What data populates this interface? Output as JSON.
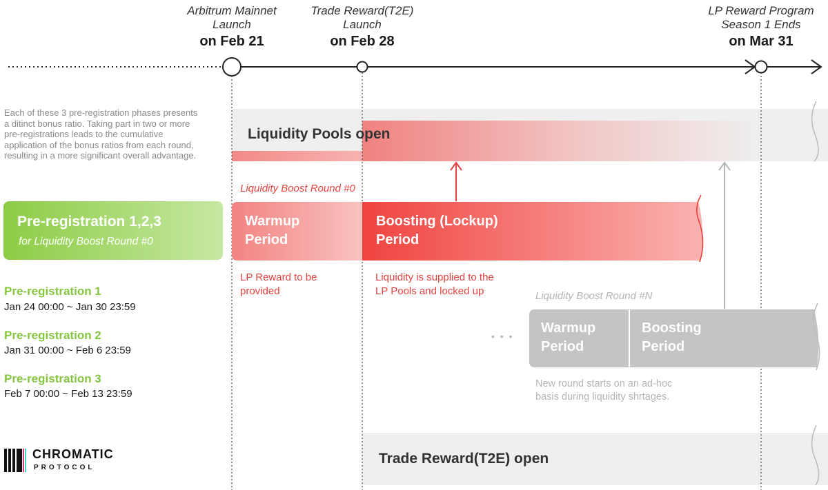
{
  "milestones": [
    {
      "line1": "Arbitrum Mainnet",
      "line2": "Launch",
      "date": "on Feb 21"
    },
    {
      "line1": "Trade Reward(T2E)",
      "line2": "Launch",
      "date": "on Feb 28"
    },
    {
      "line1": "LP Reward Program",
      "line2": "Season 1 Ends",
      "date": "on Mar 31"
    }
  ],
  "description": "Each of these 3 pre-registration phases presents a ditinct bonus ratio. Taking part in two or more pre-registrations leads to the cumulative application of the bonus ratios from each round, resulting in a more significant overall advantage.",
  "liquidity_pools": {
    "label": "Liquidity Pools open"
  },
  "pre_registration_box": {
    "title": "Pre-registration 1,2,3",
    "subtitle": "for Liquidity Boost Round #0"
  },
  "pre_registrations": [
    {
      "name": "Pre-registration 1",
      "dates": "Jan 24 00:00 ~ Jan 30 23:59"
    },
    {
      "name": "Pre-registration 2",
      "dates": "Jan 31 00:00 ~ Feb 6 23:59"
    },
    {
      "name": "Pre-registration 3",
      "dates": "Feb 7 00:00 ~ Feb 13 23:59"
    }
  ],
  "round0": {
    "label": "Liquidity Boost Round #0",
    "warmup_line1": "Warmup",
    "warmup_line2": "Period",
    "boost_line1": "Boosting (Lockup)",
    "boost_line2": "Period",
    "warmup_note_line1": "LP Reward to be",
    "warmup_note_line2": "provided",
    "boost_note_line1": "Liquidity is supplied to the",
    "boost_note_line2": "LP Pools and locked up"
  },
  "roundN": {
    "label": "Liquidity Boost Round #N",
    "warmup_line1": "Warmup",
    "warmup_line2": "Period",
    "boost_line1": "Boosting",
    "boost_line2": "Period",
    "note_line1": "New round starts on an ad-hoc",
    "note_line2": "basis during liquidity shrtages.",
    "ellipsis": "• • •"
  },
  "trade_reward": {
    "label": "Trade Reward(T2E) open"
  },
  "logo": {
    "name": "CHROMATIC",
    "sub": "PROTOCOL"
  },
  "colors": {
    "green": "#86c540",
    "red": "#e5423e",
    "gray_band": "#efefef",
    "gray_block": "#c4c4c4"
  }
}
